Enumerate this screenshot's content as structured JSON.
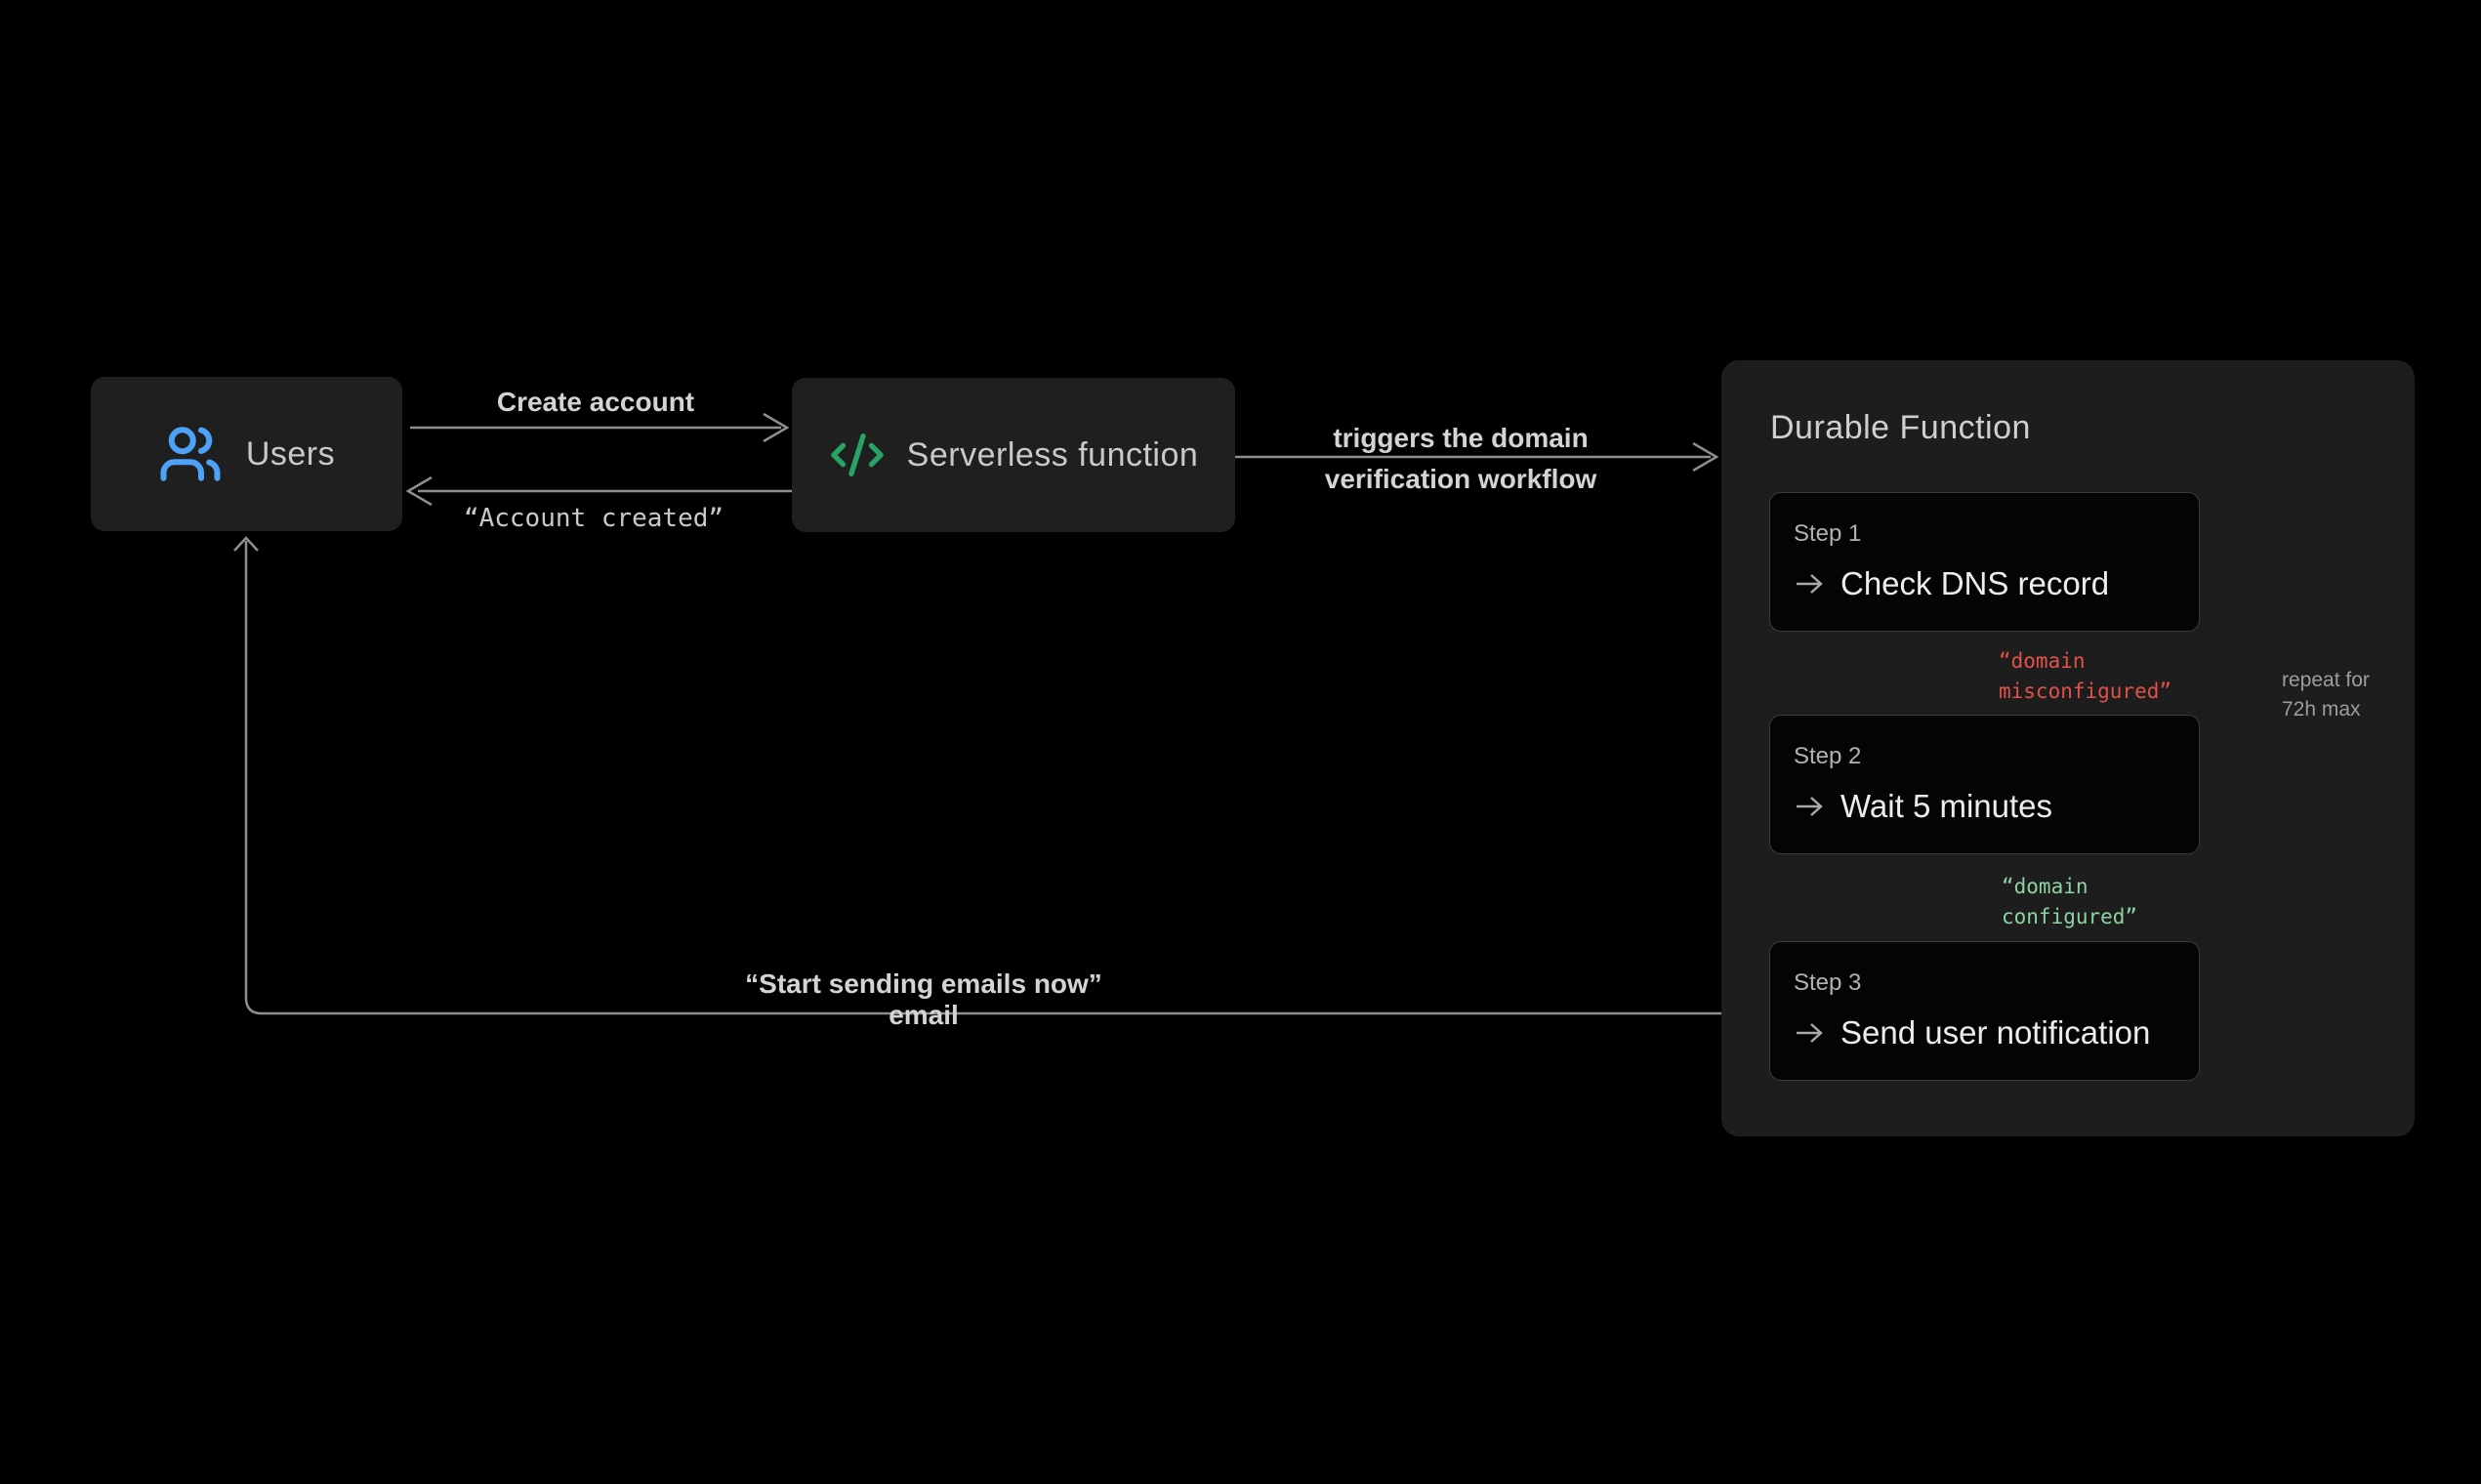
{
  "diagram": {
    "background": "#000000",
    "wire_color": "#8e8e8e",
    "nodes": {
      "users": {
        "label": "Users",
        "icon": "users-icon",
        "icon_color": "#4da1f7"
      },
      "serverless": {
        "label": "Serverless function",
        "icon": "code-icon",
        "icon_color": "#27a365"
      }
    },
    "edges": {
      "create_account": {
        "label": "Create account"
      },
      "account_created": {
        "label": "“Account created”"
      },
      "triggers": {
        "line1": "triggers the domain",
        "line2": "verification workflow"
      },
      "domain_misconfigured": {
        "line1": "“domain",
        "line2": "misconfigured”",
        "color": "#e25049"
      },
      "domain_configured": {
        "line1": "“domain",
        "line2": "configured”",
        "color": "#8cd2a2"
      },
      "repeat_note": {
        "line1": "repeat for",
        "line2": "72h max"
      },
      "start_sending": {
        "label": "“Start sending emails now” email"
      }
    },
    "durable_function": {
      "title": "Durable Function",
      "steps": [
        {
          "label": "Step 1",
          "action": "Check DNS record"
        },
        {
          "label": "Step 2",
          "action": "Wait 5 minutes"
        },
        {
          "label": "Step 3",
          "action": "Send user notification"
        }
      ]
    }
  }
}
